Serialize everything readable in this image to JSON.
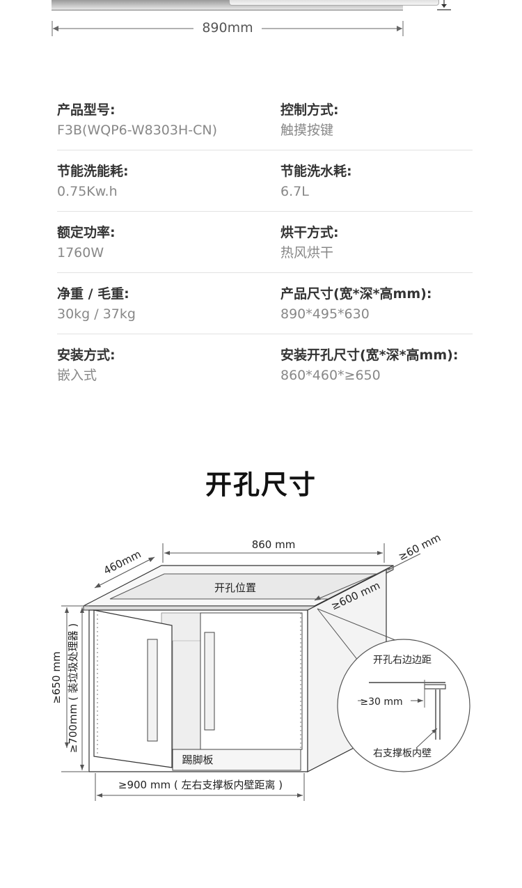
{
  "top_dimension": "890mm",
  "specs": [
    [
      {
        "label": "产品型号:",
        "value": "F3B(WQP6-W8303H-CN)"
      },
      {
        "label": "控制方式:",
        "value": "触摸按键"
      }
    ],
    [
      {
        "label": "节能洗能耗:",
        "value": "0.75Kw.h"
      },
      {
        "label": "节能洗水耗:",
        "value": "6.7L"
      }
    ],
    [
      {
        "label": "额定功率:",
        "value": "1760W"
      },
      {
        "label": "烘干方式:",
        "value": "热风烘干"
      }
    ],
    [
      {
        "label": "净重 / 毛重:",
        "value": "30kg / 37kg"
      },
      {
        "label": "产品尺寸(宽*深*高mm):",
        "value": "890*495*630"
      }
    ],
    [
      {
        "label": "安装方式:",
        "value": "嵌入式"
      },
      {
        "label": "安装开孔尺寸(宽*深*高mm):",
        "value": "860*460*≥650"
      }
    ]
  ],
  "section_title": "开孔尺寸",
  "diagram": {
    "width_label": "860 mm",
    "depth_label": "460mm",
    "clearance_label": "≥60 mm",
    "cutout_label": "开孔位置",
    "depth_min_label": "≥600 mm",
    "height_label": "≥650 mm",
    "height_alt_label": "≥700mm ( 装垃圾处理器 )",
    "kick_label": "踢脚板",
    "bottom_label": "≥900 mm ( 左右支撑板内壁距离 )",
    "detail_title": "开孔右边边距",
    "detail_gap": "≥30 mm",
    "detail_wall": "右支撑板内壁"
  }
}
